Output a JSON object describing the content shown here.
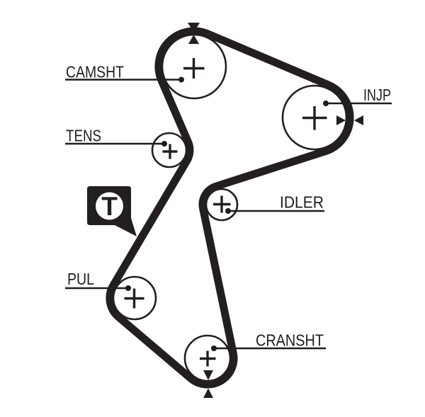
{
  "diagram": {
    "type": "timing-belt-routing-diagram",
    "background_color": "#ffffff",
    "ink_color": "#231f20",
    "badge": {
      "letter": "T"
    },
    "labels": {
      "camsht": "CAMSHT",
      "tens": "TENS",
      "injp": "INJP",
      "idler": "IDLER",
      "pul": "PUL",
      "cransht": "CRANSHT"
    },
    "pulleys": [
      {
        "label": "CAMSHT",
        "position": "top",
        "timing_mark": "top-hourglass"
      },
      {
        "label": "INJP",
        "position": "upper-right",
        "timing_mark": "right-arrows"
      },
      {
        "label": "TENS",
        "position": "mid-left",
        "timing_mark": "none"
      },
      {
        "label": "IDLER",
        "position": "center",
        "timing_mark": "none"
      },
      {
        "label": "PUL",
        "position": "lower-left",
        "timing_mark": "none"
      },
      {
        "label": "CRANSHT",
        "position": "bottom",
        "timing_mark": "bottom-hourglass"
      }
    ]
  }
}
